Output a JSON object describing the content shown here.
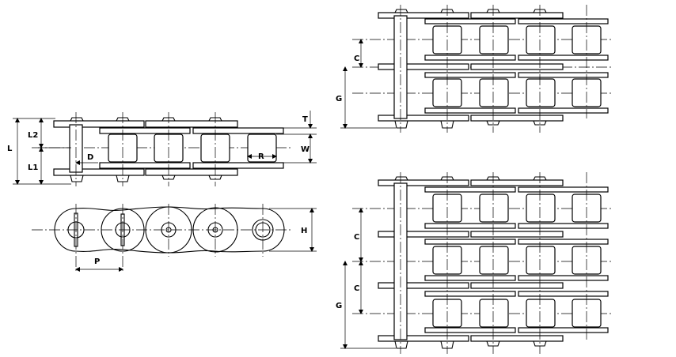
{
  "labels": {
    "L": "L",
    "L1": "L1",
    "L2": "L2",
    "D": "D",
    "T": "T",
    "W": "W",
    "R": "R",
    "P": "P",
    "H": "H",
    "C": "C",
    "G": "G"
  }
}
